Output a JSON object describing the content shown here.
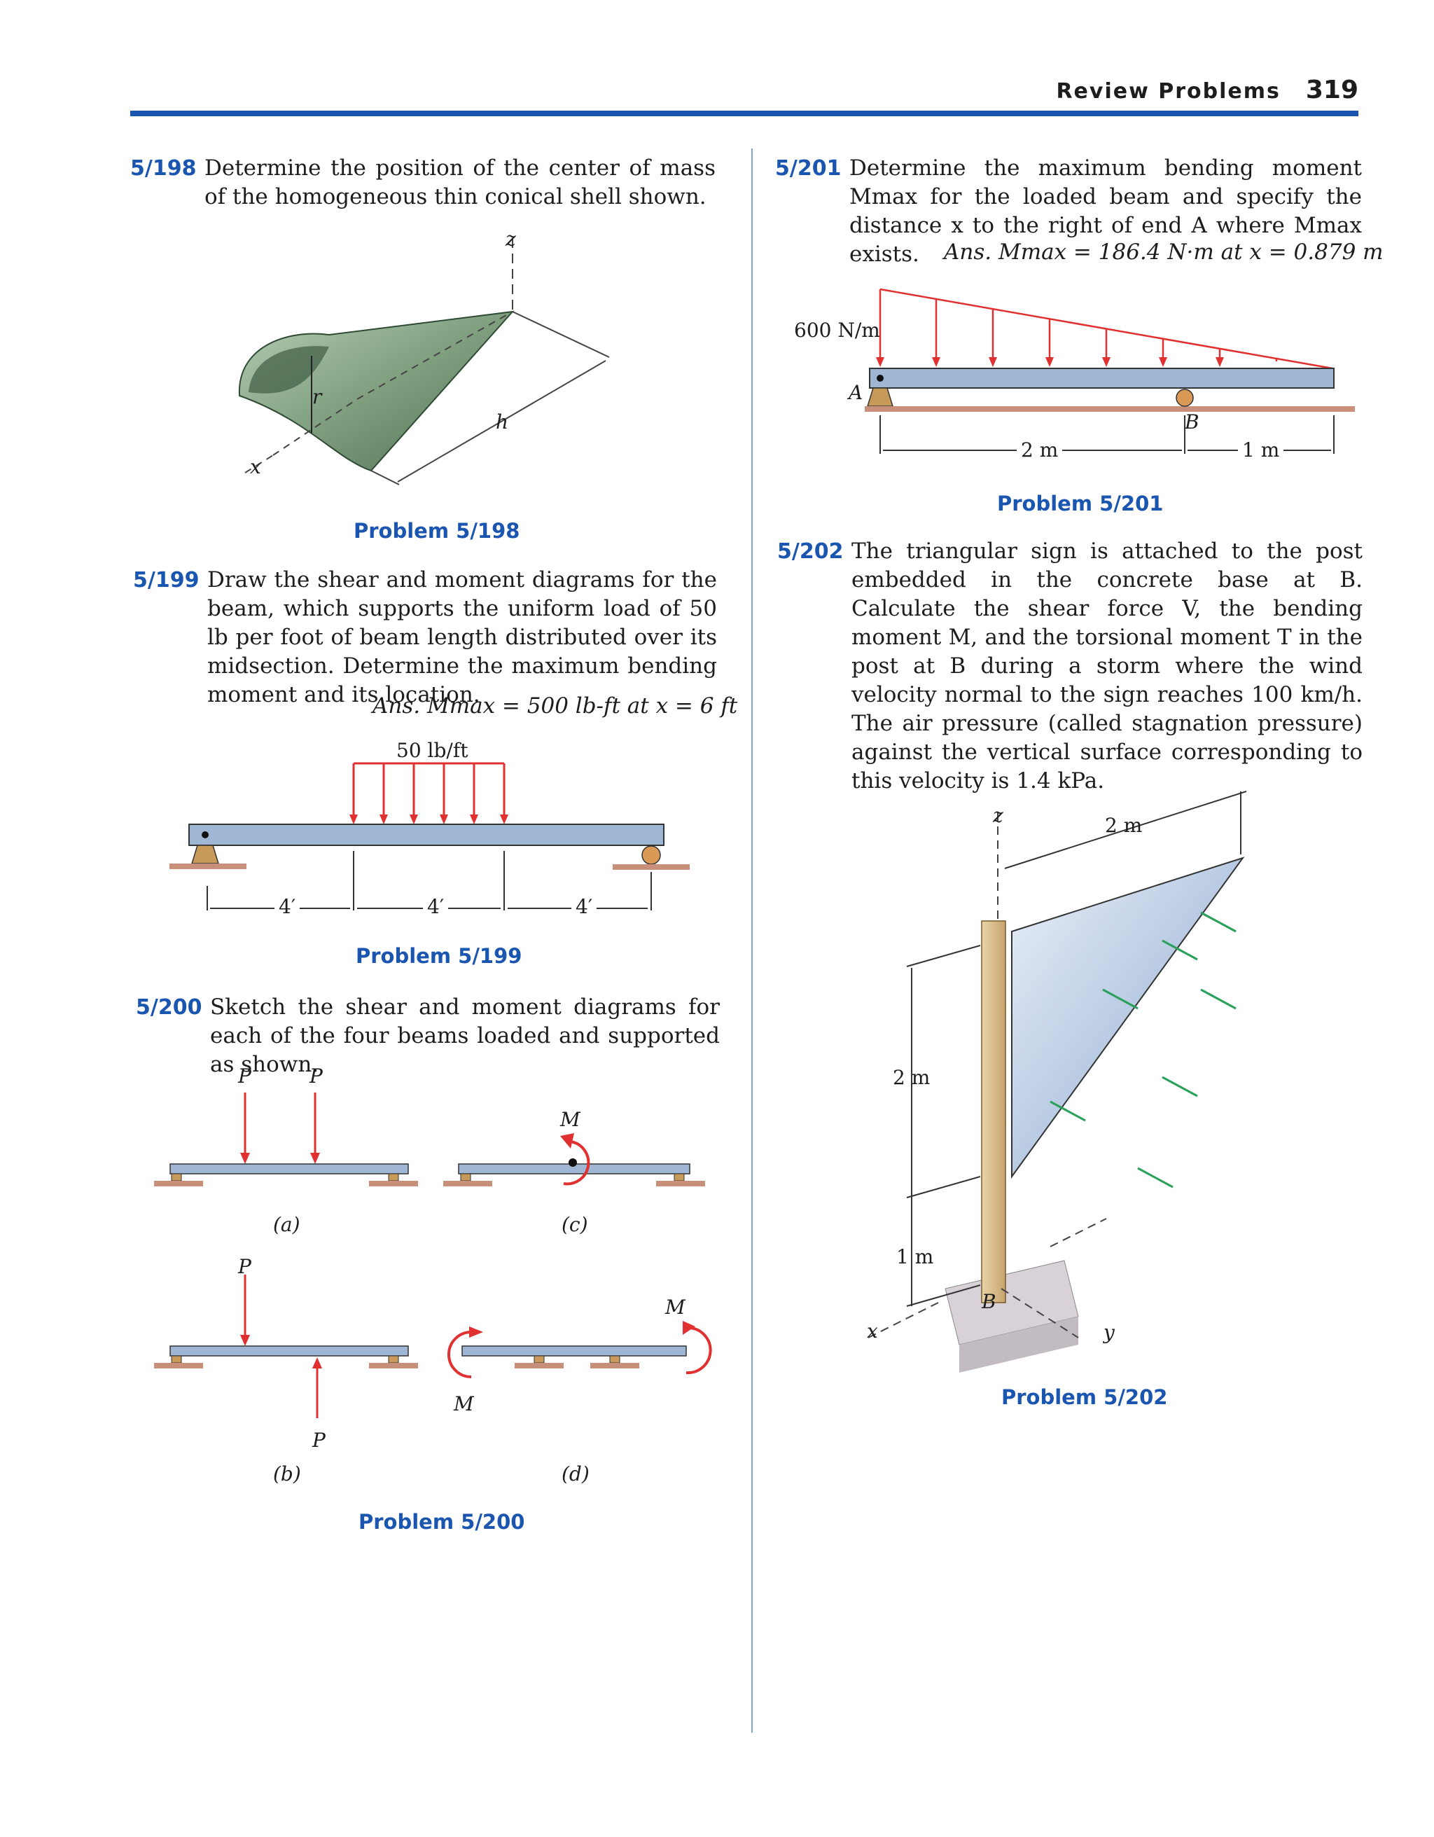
{
  "header": {
    "section": "Review Problems",
    "page": "319"
  },
  "problems": {
    "p198": {
      "number": "5/198",
      "text": "Determine the position of the center of mass of the homogeneous thin conical shell shown.",
      "caption": "Problem 5/198",
      "labels": {
        "z": "z",
        "r": "r",
        "h": "h",
        "x": "x"
      }
    },
    "p199": {
      "number": "5/199",
      "text": "Draw the shear and moment diagrams for the beam, which supports the uniform load of 50 lb per foot of beam length distributed over its midsection. Determine the maximum bending moment and its location.",
      "answer": "Ans. Mmax = 500 lb-ft at x = 6 ft",
      "caption": "Problem 5/199",
      "labels": {
        "load": "50 lb/ft",
        "span1": "4′",
        "span2": "4′",
        "span3": "4′"
      }
    },
    "p200": {
      "number": "5/200",
      "text": "Sketch the shear and moment diagrams for each of the four beams loaded and supported as shown.",
      "caption": "Problem 5/200",
      "labels": {
        "P": "P",
        "M": "M",
        "a": "(a)",
        "b": "(b)",
        "c": "(c)",
        "d": "(d)"
      }
    },
    "p201": {
      "number": "5/201",
      "text": "Determine the maximum bending moment Mmax for the loaded beam and specify the distance x to the right of end A where Mmax exists.",
      "answer": "Ans. Mmax = 186.4 N·m at x = 0.879 m",
      "caption": "Problem 5/201",
      "labels": {
        "load": "600 N/m",
        "A": "A",
        "B": "B",
        "d1": "2 m",
        "d2": "1 m"
      }
    },
    "p202": {
      "number": "5/202",
      "text": "The triangular sign is attached to the post embedded in the concrete base at B. Calculate the shear force V, the bending moment M, and the torsional moment T in the post at B during a storm where the wind velocity normal to the sign reaches 100 km/h. The air pressure (called stagnation pressure) against the vertical surface corresponding to this velocity is 1.4 kPa.",
      "caption": "Problem 5/202",
      "labels": {
        "z": "z",
        "w": "2 m",
        "h": "2 m",
        "base": "1 m",
        "B": "B",
        "x": "x",
        "y": "y"
      }
    }
  },
  "colors": {
    "accent": "#1a56b0",
    "load": "#e03030",
    "beam": "#9fb6d4",
    "support": "#c89a5a"
  }
}
